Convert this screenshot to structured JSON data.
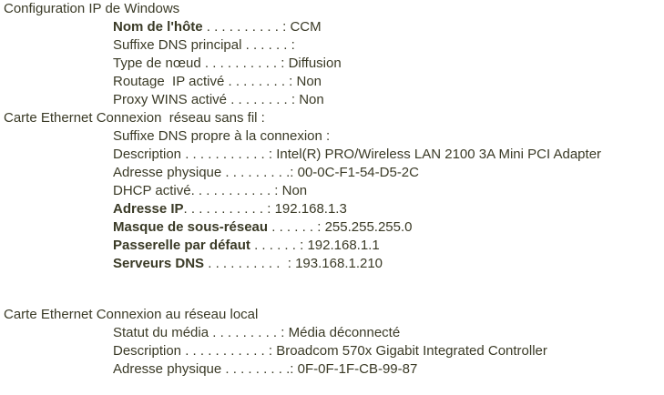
{
  "sections": [
    {
      "title": "Configuration IP de Windows",
      "rows": [
        {
          "label": "Nom de l'hôte",
          "dots": " . . . . . . . . . . : ",
          "value": "CCM",
          "bold": true
        },
        {
          "label": "Suffixe DNS principal",
          "dots": " . . . . . . : ",
          "value": "",
          "bold": false
        },
        {
          "label": "Type de nœud",
          "dots": " . . . . . . . . . . : ",
          "value": "Diffusion",
          "bold": false
        },
        {
          "label": "Routage  IP activé",
          "dots": " . . . . . . . . : ",
          "value": "Non",
          "bold": false
        },
        {
          "label": "Proxy WINS activé",
          "dots": " . . . . . . . . : ",
          "value": "Non",
          "bold": false
        }
      ]
    },
    {
      "title": "Carte Ethernet Connexion  réseau sans fil :",
      "rows": [
        {
          "label": "Suffixe DNS propre à la connexion",
          "dots": " : ",
          "value": "",
          "bold": false
        },
        {
          "label": "Description",
          "dots": " . . . . . . . . . . . : ",
          "value": "Intel(R) PRO/Wireless LAN 2100 3A Mini PCI Adapter",
          "bold": false
        },
        {
          "label": "Adresse physique",
          "dots": " . . . . . . . . .: ",
          "value": "00-0C-F1-54-D5-2C",
          "bold": false
        },
        {
          "label": "DHCP activé",
          "dots": ". . . . . . . . . . . : ",
          "value": "Non",
          "bold": false
        },
        {
          "label": "Adresse IP",
          "dots": ". . . . . . . . . . . : ",
          "value": "192.168.1.3",
          "bold": true
        },
        {
          "label": "Masque de sous-réseau",
          "dots": " . . . . . . : ",
          "value": "255.255.255.0",
          "bold": true
        },
        {
          "label": "Passerelle par défaut",
          "dots": " . . . . . . : ",
          "value": "192.168.1.1",
          "bold": true
        },
        {
          "label": "Serveurs DNS",
          "dots": " . . . . . . . . . .  : ",
          "value": "193.168.1.210",
          "bold": true
        }
      ]
    },
    {
      "title": "Carte Ethernet Connexion au réseau local",
      "rows": [
        {
          "label": "Statut du média",
          "dots": " . . . . . . . . . : ",
          "value": "Média déconnecté",
          "bold": false
        },
        {
          "label": "Description",
          "dots": " . . . . . . . . . . . : ",
          "value": "Broadcom 570x Gigabit Integrated Controller",
          "bold": false
        },
        {
          "label": "Adresse physique",
          "dots": " . . . . . . . . .: ",
          "value": "0F-0F-1F-CB-99-87",
          "bold": false
        }
      ]
    }
  ]
}
